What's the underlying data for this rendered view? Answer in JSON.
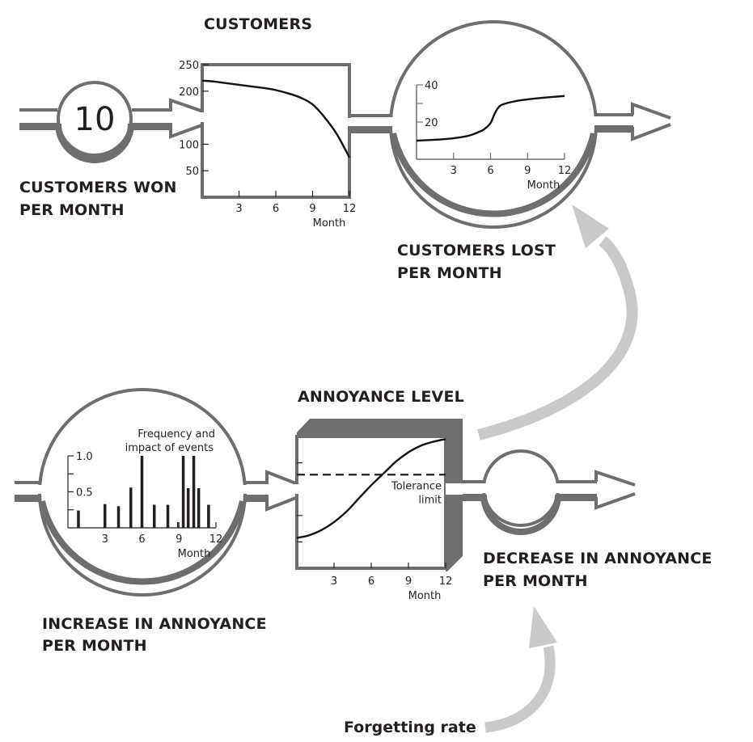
{
  "colors": {
    "pipe": "#6d6e70",
    "feedback_arrow": "#c8c9cb",
    "curve": "#111111",
    "text": "#231f20"
  },
  "labels": {
    "customers_title": "CUSTOMERS",
    "customers_won_value": "10",
    "customers_won_line1": "CUSTOMERS WON",
    "customers_won_line2": "PER MONTH",
    "customers_lost_line1": "CUSTOMERS LOST",
    "customers_lost_line2": "PER MONTH",
    "annoyance_title": "ANNOYANCE LEVEL",
    "increase_line1": "INCREASE IN ANNOYANCE",
    "increase_line2": "PER MONTH",
    "decrease_line1": "DECREASE IN  ANNOYANCE",
    "decrease_line2": "PER MONTH",
    "forgetting_rate": "Forgetting rate",
    "events_title_line1": "Frequency and",
    "events_title_line2": "impact of events",
    "tolerance_line1": "Tolerance",
    "tolerance_line2": "limit"
  },
  "chart_data": [
    {
      "id": "customers",
      "type": "line",
      "title": "CUSTOMERS",
      "xlabel": "Month",
      "ylabel": "",
      "xlim": [
        0,
        12
      ],
      "ylim": [
        0,
        250
      ],
      "x_ticks": [
        3,
        6,
        9,
        12
      ],
      "y_ticks": [
        50,
        100,
        200,
        250
      ],
      "x": [
        0,
        1,
        2,
        3,
        4,
        5,
        6,
        7,
        8,
        9,
        10,
        11,
        12
      ],
      "values": [
        220,
        218,
        215,
        212,
        209,
        206,
        202,
        196,
        188,
        175,
        150,
        118,
        75
      ]
    },
    {
      "id": "customers_lost",
      "type": "line",
      "title": "CUSTOMERS LOST PER MONTH",
      "xlabel": "Month",
      "ylabel": "",
      "xlim": [
        0,
        12
      ],
      "ylim": [
        0,
        40
      ],
      "x_ticks": [
        3,
        6,
        9,
        12
      ],
      "y_ticks": [
        20,
        30,
        40
      ],
      "y_tick_labels": [
        "20",
        "",
        "40"
      ],
      "x": [
        0,
        1,
        2,
        3,
        4,
        4.5,
        5,
        5.5,
        6,
        6.3,
        6.6,
        7,
        8,
        9,
        10,
        11,
        12
      ],
      "values": [
        10,
        10.3,
        10.7,
        11.3,
        12.3,
        13.2,
        14.5,
        16.2,
        19.5,
        24,
        27.5,
        29.5,
        31.2,
        32.2,
        32.9,
        33.5,
        34
      ]
    },
    {
      "id": "increase_annoyance",
      "type": "bar",
      "title": "Frequency and impact of events",
      "xlabel": "Month",
      "ylabel": "",
      "xlim": [
        0,
        12
      ],
      "ylim": [
        0,
        1.0
      ],
      "x_ticks": [
        3,
        6,
        9,
        12
      ],
      "y_ticks": [
        0.25,
        0.5,
        0.75,
        1.0
      ],
      "y_tick_labels": [
        "",
        "0.5",
        "",
        "1.0"
      ],
      "x": [
        0.85,
        3.0,
        4.1,
        5.1,
        6.0,
        7.0,
        8.1,
        8.9,
        9.35,
        9.75,
        10.2,
        10.6,
        11.4
      ],
      "values": [
        0.24,
        0.33,
        0.3,
        0.56,
        1.0,
        0.32,
        0.32,
        0.08,
        1.0,
        0.55,
        1.0,
        0.55,
        0.32
      ]
    },
    {
      "id": "annoyance_level",
      "type": "line",
      "title": "ANNOYANCE LEVEL",
      "xlabel": "Month",
      "ylabel": "",
      "xlim": [
        0,
        12
      ],
      "ylim": [
        0,
        1
      ],
      "x_ticks": [
        3,
        6,
        9,
        12
      ],
      "y_ticks": [
        0.2,
        0.4,
        0.8
      ],
      "tolerance_limit": 0.71,
      "x": [
        0,
        1,
        2,
        3,
        4,
        5,
        6,
        7,
        8,
        9,
        10,
        11,
        12
      ],
      "values": [
        0.23,
        0.25,
        0.29,
        0.35,
        0.43,
        0.53,
        0.63,
        0.72,
        0.81,
        0.88,
        0.93,
        0.96,
        0.98
      ]
    }
  ]
}
